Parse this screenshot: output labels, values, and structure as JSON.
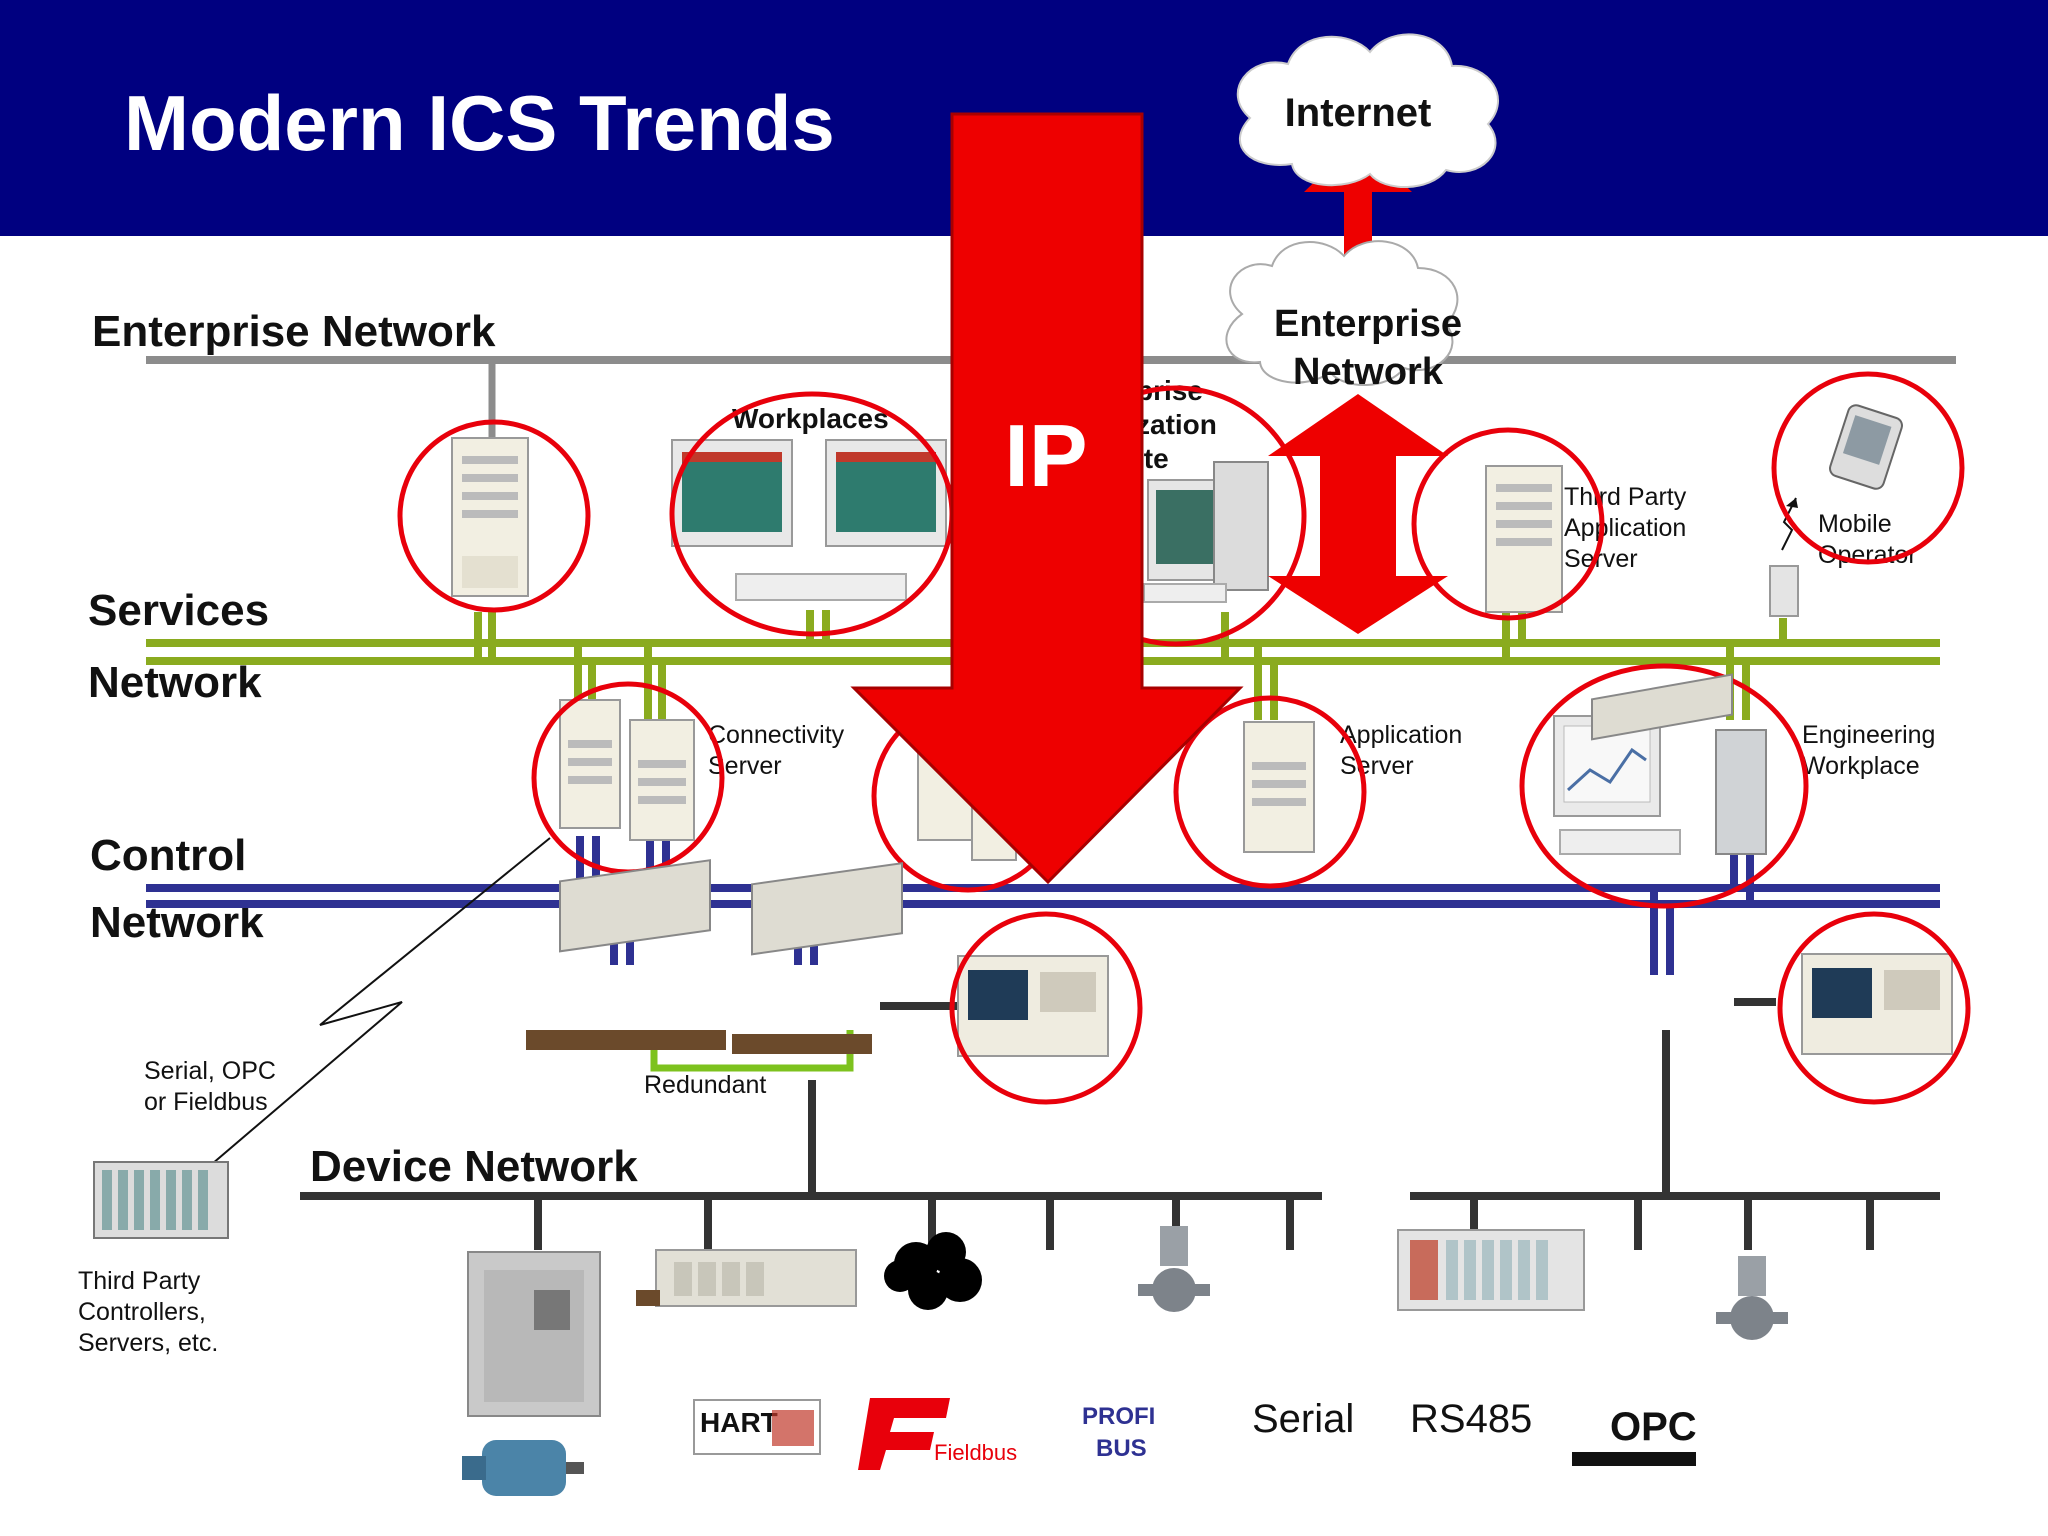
{
  "title": "Modern ICS Trends",
  "clouds": {
    "internet": "Internet",
    "enterprise_line1": "Enterprise",
    "enterprise_line2": "Network"
  },
  "arrow_label": "IP",
  "networks": {
    "enterprise": "Enterprise Network",
    "services_1": "Services",
    "services_2": "Network",
    "control_1": "Control",
    "control_2": "Network",
    "device": "Device Network"
  },
  "labels": {
    "workplaces": "Workplaces",
    "optimization_1": "prise",
    "optimization_2": "zation",
    "optimization_3": "ite",
    "third_party_1": "Third Party",
    "third_party_2": "Application",
    "third_party_3": "Server",
    "mobile_1": "Mobile",
    "mobile_2": "Operator",
    "connectivity_1": "Connectivity",
    "connectivity_2": "Server",
    "application_1": "Application",
    "application_2": "Server",
    "engineering_1": "Engineering",
    "engineering_2": "Workplace",
    "redundant": "Redundant",
    "serial_opc_1": "Serial, OPC",
    "serial_opc_2": "or Fieldbus",
    "third_controllers_1": "Third Party",
    "third_controllers_2": "Controllers,",
    "third_controllers_3": "Servers, etc."
  },
  "protocols": {
    "hart": "HART",
    "fieldbus": "Fieldbus",
    "profibus_1": "PROFI",
    "profibus_2": "BUS",
    "serial": "Serial",
    "rs485": "RS485",
    "opc": "OPC"
  },
  "colors": {
    "banner": "#000080",
    "services_bus": "#8aab1f",
    "control_bus": "#2e3192",
    "enterprise_bus": "#8c8c8c",
    "device_bus": "#222222",
    "highlight": "#e8000b",
    "arrow": "#ee0000"
  }
}
